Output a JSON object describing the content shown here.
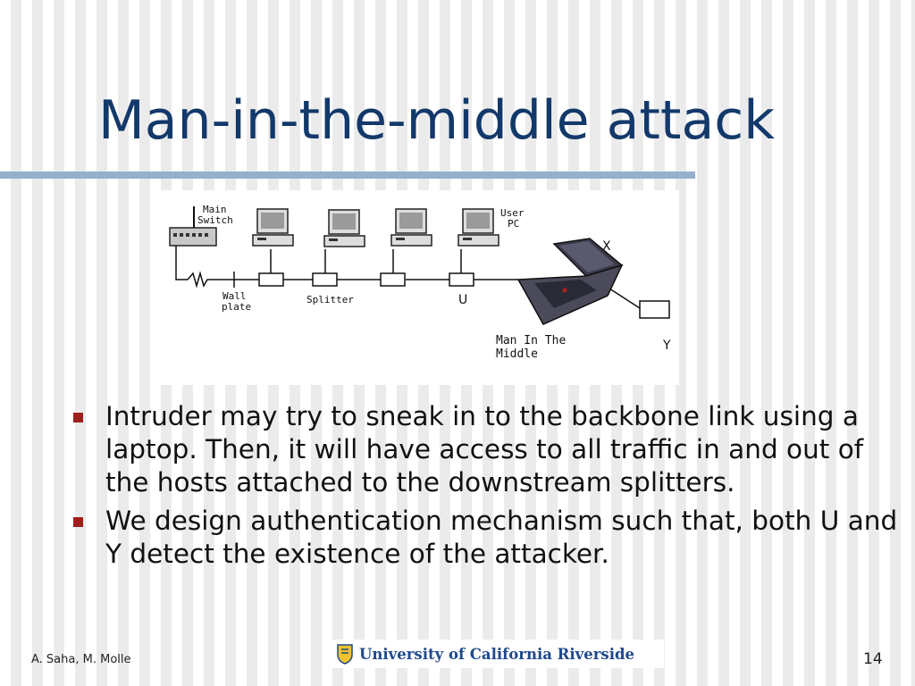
{
  "slide": {
    "title": "Man-in-the-middle attack",
    "bullets": [
      "Intruder may try to sneak in to the backbone link using a laptop. Then, it will have access to all traffic in and out of the hosts attached to the downstream splitters.",
      "We design authentication mechanism such that, both U and Y detect the existence of the attacker."
    ],
    "footer": {
      "authors": "A. Saha, M. Molle",
      "page_number": "14",
      "logo_text": "University of California Riverside"
    }
  },
  "diagram": {
    "labels": {
      "main_switch_1": "Main",
      "main_switch_2": "Switch",
      "wall_plate_1": "Wall",
      "wall_plate_2": "plate",
      "splitter": "Splitter",
      "user_pc_1": "User",
      "user_pc_2": "PC",
      "node_x": "X",
      "node_u": "U",
      "node_y": "Y",
      "mitm_1": "Man In The",
      "mitm_2": "Middle"
    },
    "colors": {
      "line": "#111111",
      "computer_screen": "#9a9a9a",
      "laptop": "#3a3a4a"
    }
  }
}
